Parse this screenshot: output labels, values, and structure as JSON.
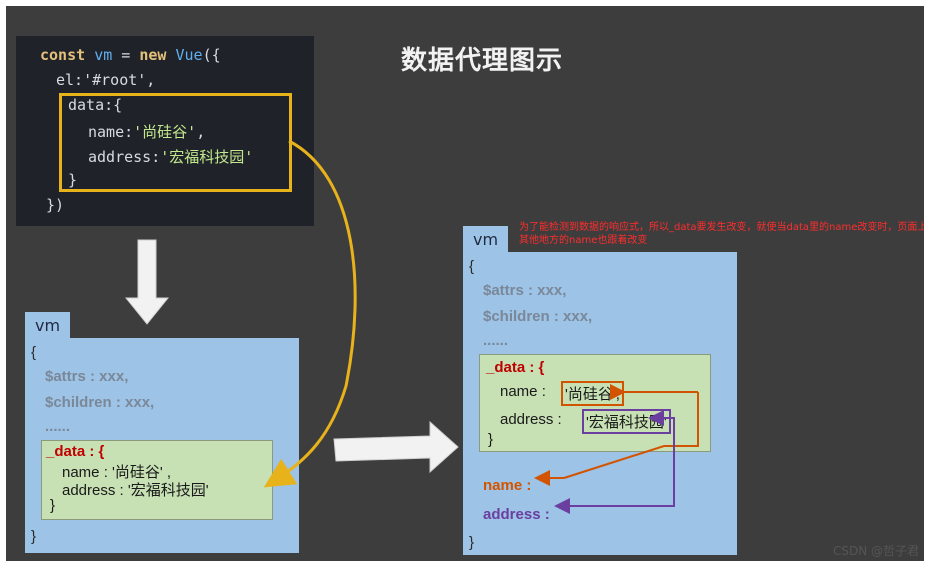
{
  "title": "数据代理图示",
  "code": {
    "line1": {
      "kw1": "const",
      "var": "vm",
      "eq": "=",
      "kw2": "new",
      "ty": "Vue",
      "tail": "({"
    },
    "line2": "el:'#root',",
    "line3": "data:{",
    "line4_key": "name:",
    "line4_val": "'尚硅谷'",
    "line4_tail": ",",
    "line5_key": "address:",
    "line5_val": "'宏福科技园'",
    "line6": "}",
    "line7": "})"
  },
  "left_vm": {
    "tab": "vm",
    "open": "{",
    "attrs": "$attrs : xxx,",
    "children": "$children : xxx,",
    "dots": "......",
    "data_key": "_data : {",
    "name": "name : '尚硅谷' ,",
    "address": "address : '宏福科技园'",
    "data_close": "}",
    "close": "}"
  },
  "right_vm": {
    "tab": "vm",
    "open": "{",
    "attrs": "$attrs : xxx,",
    "children": "$children : xxx,",
    "dots": "......",
    "data_key": "_data : {",
    "name_key": "name : ",
    "name_val": "'尚硅谷',",
    "address_key": "address : ",
    "address_val": "'宏福科技园'",
    "data_close": "}",
    "proxy_name": "name :",
    "proxy_address": "address :",
    "close": "}"
  },
  "note": "为了能检测到数据的响应式，所以_data要发生改变，就使当data里的name改变时，页面上其他地方的name也跟着改变",
  "watermark": "CSDN @哲子君",
  "colors": {
    "highlight": "#e8b21b",
    "name_arrow": "#d35400",
    "address_arrow": "#6a3fa0",
    "panel": "#9dc3e6",
    "data_box": "#c7e0b4"
  }
}
